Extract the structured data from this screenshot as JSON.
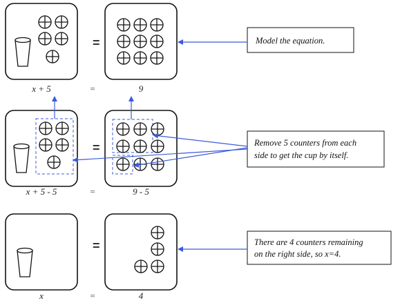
{
  "colors": {
    "arrow": "#3b5bdb",
    "outline": "#111111"
  },
  "rows": [
    {
      "left_expr": "x + 5",
      "equals_mid": "=",
      "equals_big": "=",
      "right_expr": "9",
      "left_counters": 5,
      "right_counters": 9
    },
    {
      "left_expr": "x + 5 - 5",
      "equals_mid": "=",
      "equals_big": "=",
      "right_expr": "9 - 5",
      "left_counters": 5,
      "right_counters": 9
    },
    {
      "left_expr": "x",
      "equals_mid": "=",
      "equals_big": "=",
      "right_expr": "4",
      "left_counters": 0,
      "right_counters": 4
    }
  ],
  "notes": [
    {
      "lines": [
        "Model the equation."
      ]
    },
    {
      "lines": [
        "Remove 5 counters from each",
        "side to get the cup by itself."
      ]
    },
    {
      "lines": [
        "There are 4 counters remaining",
        " on the right side, so x=4."
      ]
    }
  ],
  "icons": {
    "counter": "plus-counter-icon",
    "cup": "cup-icon"
  }
}
